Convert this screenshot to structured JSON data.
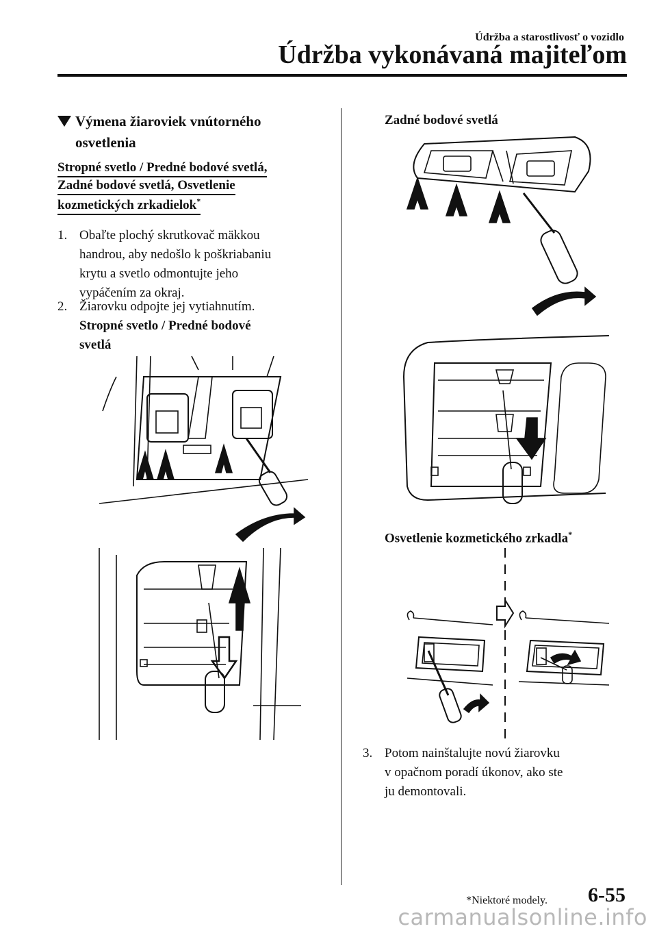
{
  "header": {
    "section_small": "Údržba a starostlivosť o vozidlo",
    "section_big": "Údržba vykonávaná majiteľom"
  },
  "section": {
    "title_line1": "Výmena žiaroviek vnútorného",
    "title_line2": "osvetlenia",
    "subtitle_line1": "Stropné svetlo / Predné bodové svetlá,",
    "subtitle_line2": "Zadné bodové svetlá, Osvetlenie",
    "subtitle_line3": "kozmetických zrkadielok",
    "subtitle_mark": "*"
  },
  "steps": [
    {
      "num": "1.",
      "lines": [
        "Obaľte plochý skrutkovač mäkkou",
        "handrou, aby nedošlo k poškriabaniu",
        "krytu a svetlo odmontujte jeho",
        "vypáčením za okraj."
      ]
    },
    {
      "num": "2.",
      "lines": [
        "Žiarovku odpojte jej vytiahnutím."
      ]
    },
    {
      "num": "3.",
      "lines": [
        "Potom nainštalujte novú žiarovku",
        "v opačnom poradí úkonov, ako ste",
        "ju demontovali."
      ]
    }
  ],
  "captions": {
    "ceiling_line1": "Stropné svetlo / Predné bodové",
    "ceiling_line2": "svetlá",
    "rear": "Zadné bodové svetlá",
    "vanity": "Osvetlenie kozmetického zrkadla",
    "vanity_mark": "*"
  },
  "footer": {
    "footnote": "*Niektoré modely.",
    "page": "6-55",
    "watermark": "carmanualsonline.info"
  }
}
